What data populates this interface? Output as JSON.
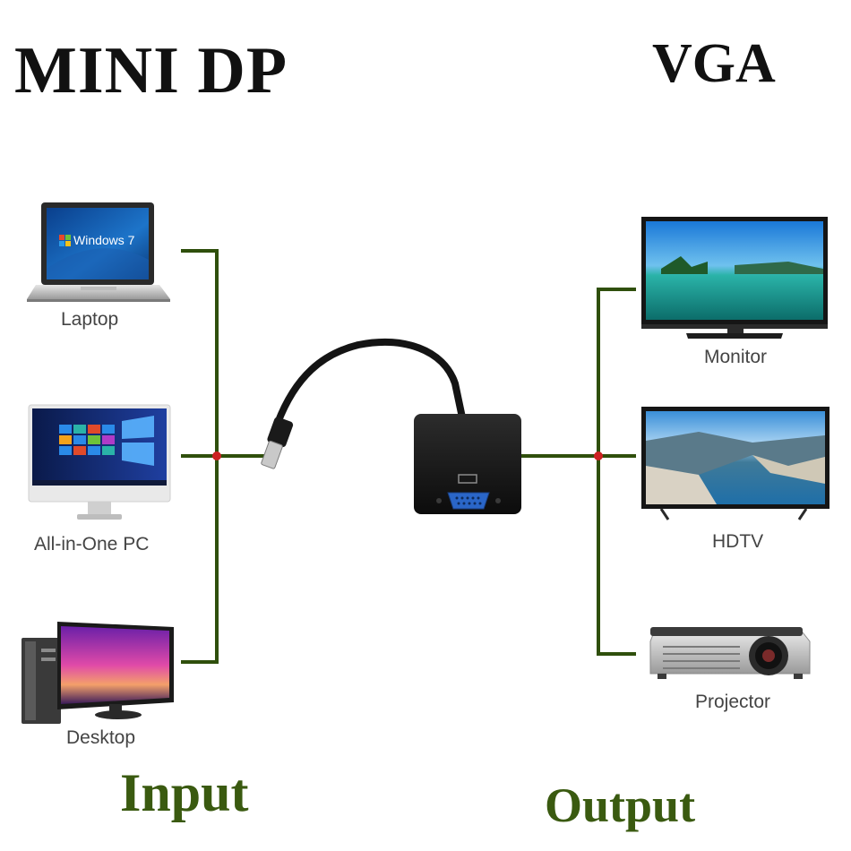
{
  "header": {
    "input_type": "MINI DP",
    "output_type": "VGA"
  },
  "inputs": [
    {
      "label": "Laptop",
      "icon": "laptop-icon",
      "screen_text": "Windows 7"
    },
    {
      "label": "All-in-One PC",
      "icon": "all-in-one-pc-icon"
    },
    {
      "label": "Desktop",
      "icon": "desktop-icon"
    }
  ],
  "outputs": [
    {
      "label": "Monitor",
      "icon": "monitor-icon"
    },
    {
      "label": "HDTV",
      "icon": "hdtv-icon"
    },
    {
      "label": "Projector",
      "icon": "projector-icon"
    }
  ],
  "footer": {
    "input_label": "Input",
    "output_label": "Output"
  },
  "colors": {
    "line": "#2f4f0c",
    "label_green": "#3a5a10",
    "junction": "#cc2222",
    "adapter": "#1a1a1a",
    "vga_port": "#2a66c8"
  }
}
